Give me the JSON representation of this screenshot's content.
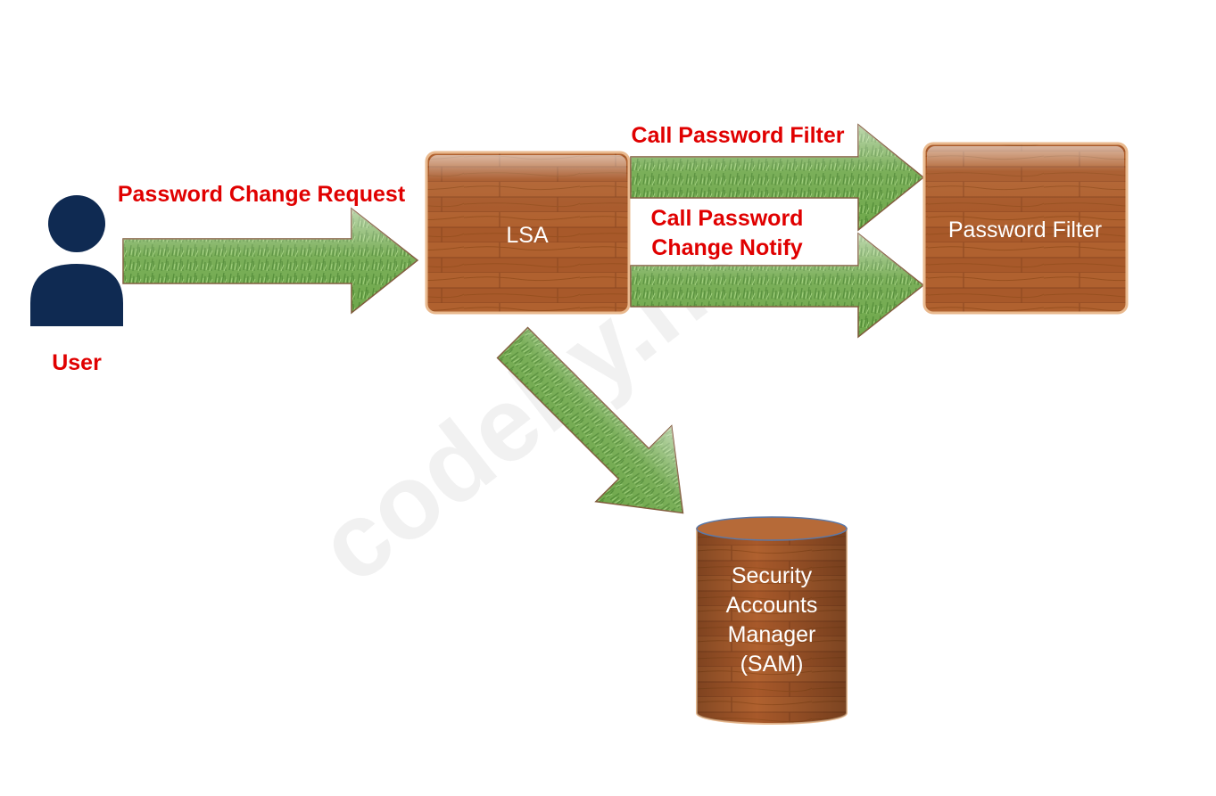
{
  "watermark": "codeby.net",
  "user": {
    "label": "User"
  },
  "arrows": {
    "request": "Password Change Request",
    "call_filter": "Call Password Filter",
    "notify_line1": "Call Password",
    "notify_line2": "Change Notify"
  },
  "nodes": {
    "lsa": "LSA",
    "password_filter": "Password Filter",
    "sam": {
      "line1": "Security",
      "line2": "Accounts",
      "line3": "Manager",
      "line4": "(SAM)"
    }
  },
  "colors": {
    "label_red": "#e00000",
    "user_icon": "#0f2a52",
    "wood": "#a4582a",
    "wood_dark": "#7a3f1b",
    "arrow_green": "#6ea84a",
    "arrow_outline": "#7f5a3a"
  }
}
